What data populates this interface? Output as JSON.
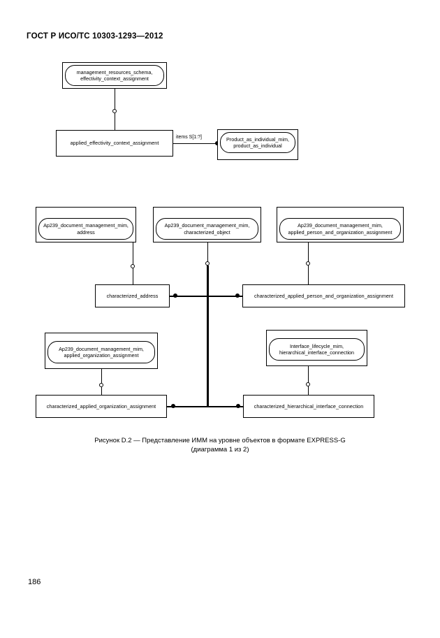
{
  "document": {
    "header": "ГОСТ Р ИСО/ТС 10303-1293—2012",
    "page_number": "186",
    "caption_line1": "Рисунок  D.2 — Представление ИММ на уровне объектов в формате EXPRESS-G",
    "caption_line2": "(диаграмма 1 из 2)"
  },
  "diagram": {
    "type": "express-g",
    "nodes": [
      {
        "id": "management_resources_schema",
        "label_line1": "management_resources_schema,",
        "label_line2": "effectivity_context_assignment",
        "shape": "rounded-in-box"
      },
      {
        "id": "applied_effectivity_context_assignment",
        "label_line1": "applied_effectivity_context_assignment",
        "shape": "box"
      },
      {
        "id": "product_as_individual_mim",
        "label_line1": "Product_as_individual_mim,",
        "label_line2": "product_as_individual",
        "shape": "rounded-in-box"
      },
      {
        "id": "ap239_document_management_mim_address",
        "label_line1": "Ap239_document_management_mim,",
        "label_line2": "address",
        "shape": "rounded-in-box"
      },
      {
        "id": "ap239_document_management_mim_characterized_object",
        "label_line1": "Ap239_document_management_mim,",
        "label_line2": "characterized_object",
        "shape": "rounded-in-box"
      },
      {
        "id": "ap239_document_management_mim_applied_person_and_organization_assignment",
        "label_line1": "Ap239_document_management_mim,",
        "label_line2": "applied_person_and_organization_assignment",
        "shape": "rounded-in-box"
      },
      {
        "id": "ap239_document_management_mim_applied_organization_assignment",
        "label_line1": "Ap239_document_management_mim,",
        "label_line2": "applied_organization_assignment",
        "shape": "rounded-in-box"
      },
      {
        "id": "interface_lifecycle_mim",
        "label_line1": "Interface_lifecycle_mim,",
        "label_line2": "hierarchical_interface_connection",
        "shape": "rounded-in-box"
      },
      {
        "id": "characterized_address",
        "label_line1": "characterized_address",
        "shape": "box"
      },
      {
        "id": "characterized_applied_person_and_organization_assignment",
        "label_line1": "characterized_applied_person_and_organization_assignment",
        "shape": "box"
      },
      {
        "id": "characterized_applied_organization_assignment",
        "label_line1": "characterized_applied_organization_assignment",
        "shape": "box"
      },
      {
        "id": "characterized_hierarchical_interface_connection",
        "label_line1": "characterized_hierarchical_interface_connection",
        "shape": "box"
      }
    ],
    "edges": [
      {
        "id": "items",
        "label": "items S[1:?]"
      }
    ]
  }
}
